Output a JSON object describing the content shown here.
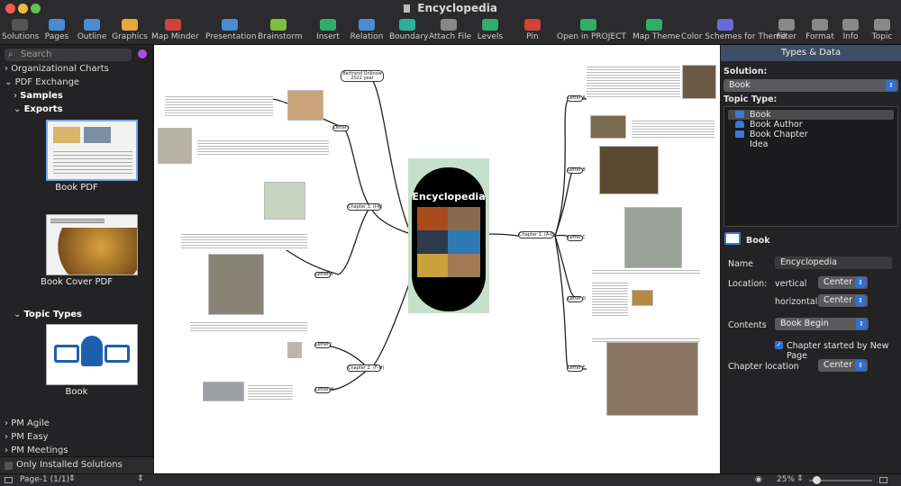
{
  "window": {
    "title": "Encyclopedia"
  },
  "toolbar": [
    {
      "label": "Solutions",
      "color": "#555"
    },
    {
      "label": "Pages",
      "color": "#4a8bd4"
    },
    {
      "label": "Outline",
      "color": "#4a8bd4"
    },
    {
      "label": "Graphics",
      "color": "#e8a83c"
    },
    {
      "label": "Map Minder",
      "color": "#d0423a"
    },
    {
      "label": "Presentation",
      "color": "#4a8bd4"
    },
    {
      "label": "Brainstorm",
      "color": "#7fbf3f"
    },
    {
      "label": "Insert",
      "color": "#2fae6a"
    },
    {
      "label": "Relation",
      "color": "#4a8bd4"
    },
    {
      "label": "Boundary",
      "color": "#2fae9a"
    },
    {
      "label": "Attach File",
      "color": "#888"
    },
    {
      "label": "Levels",
      "color": "#2fae6a"
    },
    {
      "label": "Pin",
      "color": "#d0423a"
    },
    {
      "label": "Open in PROJECT",
      "color": "#2fae6a"
    },
    {
      "label": "Map Theme",
      "color": "#2fae6a"
    },
    {
      "label": "Color Schemes for Theme",
      "color": "#6a6ad4"
    },
    {
      "label": "Filter",
      "color": "#888"
    },
    {
      "label": "Format",
      "color": "#888"
    },
    {
      "label": "Info",
      "color": "#888"
    },
    {
      "label": "Topic",
      "color": "#888"
    }
  ],
  "sidebar": {
    "search_placeholder": "Search",
    "items": {
      "org": "Organizational Charts",
      "pdf": "PDF Exchange",
      "samples": "Samples",
      "exports": "Exports",
      "topic_types": "Topic Types",
      "pm_agile": "PM Agile",
      "pm_easy": "PM Easy",
      "pm_meetings": "PM Meetings"
    },
    "thumbs": {
      "book_pdf": "Book PDF",
      "book_cover": "Book Cover PDF",
      "book": "Book"
    },
    "only_installed": "Only Installed Solutions"
  },
  "map": {
    "center": "Encyclopedia",
    "branches": [
      "Bertrand Unknow\n2022 year",
      "Letter I",
      "Chapter 3. (I-K)",
      "Letter K",
      "Letter J",
      "Chapter 2. (F-H)",
      "Letter H",
      "Chapter 1. (A-E)",
      "Letter A",
      "Letter B",
      "Letter C",
      "Letter D",
      "Letter E"
    ]
  },
  "panel": {
    "header": "Types & Data",
    "solution_label": "Solution:",
    "solution_value": "Book",
    "topic_type_label": "Topic Type:",
    "topic_types": [
      "Book",
      "Book Author",
      "Book Chapter",
      "Idea"
    ],
    "selected_type": "Book",
    "name_label": "Name",
    "name_value": "Encyclopedia",
    "location_label": "Location:",
    "vertical_label": "vertical",
    "vertical_value": "Center",
    "horizontal_label": "horizontal",
    "horizontal_value": "Center",
    "contents_label": "Contents",
    "contents_value": "Book Begin",
    "chapter_new_page": "Chapter started by New Page",
    "chapter_location_label": "Chapter location",
    "chapter_location_value": "Center"
  },
  "status": {
    "page": "Page-1 (1/1)",
    "zoom": "25%"
  }
}
